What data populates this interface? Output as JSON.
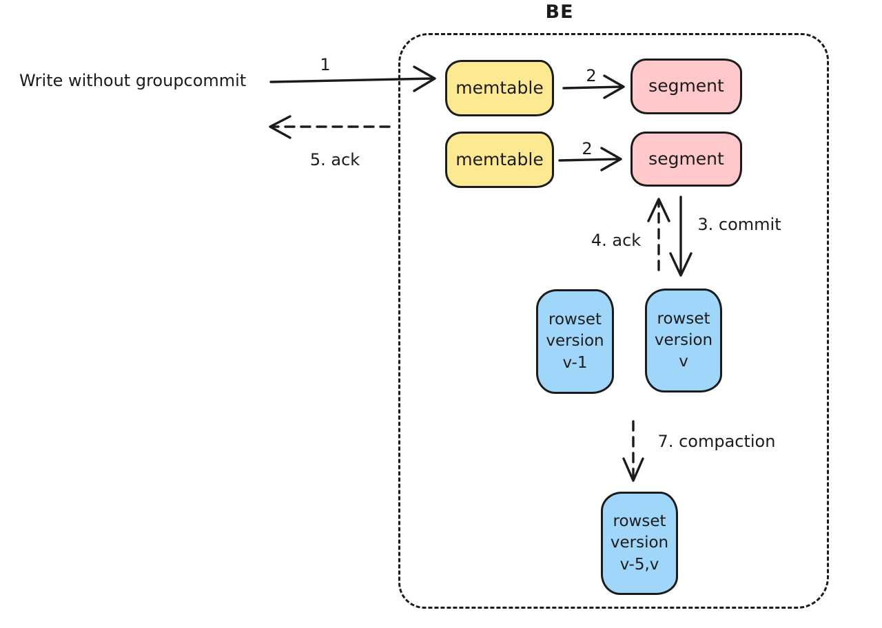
{
  "diagram": {
    "title": "BE",
    "external_label": "Write without groupcommit"
  },
  "nodes": {
    "memtable_1": {
      "label": "memtable"
    },
    "memtable_2": {
      "label": "memtable"
    },
    "segment_1": {
      "label": "segment"
    },
    "segment_2": {
      "label": "segment"
    },
    "rowset_prev": {
      "lines": [
        "rowset",
        "version",
        "v-1"
      ]
    },
    "rowset_current": {
      "lines": [
        "rowset",
        "version",
        "v"
      ]
    },
    "rowset_compacted": {
      "lines": [
        "rowset",
        "version",
        "v-5,v"
      ]
    }
  },
  "edges": {
    "write": {
      "label": "1",
      "style": "solid",
      "direction": "left-to-memtable"
    },
    "flush_1": {
      "label": "2",
      "style": "solid",
      "direction": "memtable-to-segment"
    },
    "flush_2": {
      "label": "2",
      "style": "solid",
      "direction": "memtable-to-segment"
    },
    "commit": {
      "label": "3. commit",
      "style": "solid",
      "direction": "segment-to-rowset"
    },
    "internal_ack": {
      "label": "4. ack",
      "style": "dashed",
      "direction": "rowset-to-segment"
    },
    "client_ack": {
      "label": "5. ack",
      "style": "dashed",
      "direction": "be-to-client"
    },
    "compaction": {
      "label": "7. compaction",
      "style": "dashed",
      "direction": "rowsets-to-compacted"
    }
  },
  "colors": {
    "memtable_fill": "#fde992",
    "segment_fill": "#ffc9cb",
    "rowset_fill": "#a0d6fa",
    "stroke": "#1b1b1b",
    "background": "#ffffff"
  }
}
